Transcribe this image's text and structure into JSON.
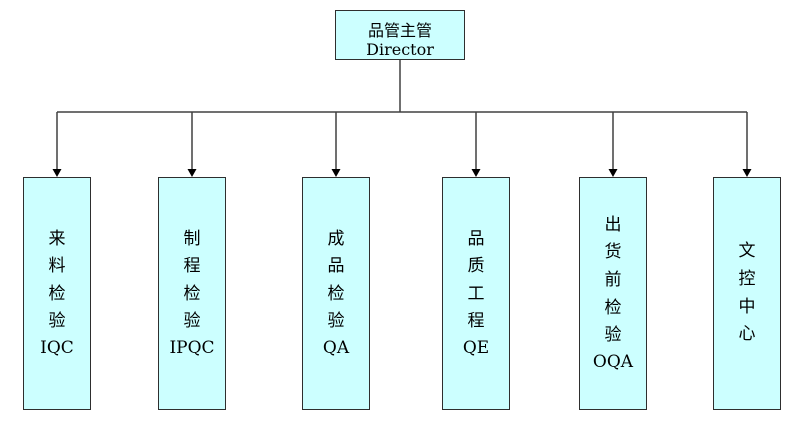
{
  "diagram": {
    "type": "org-chart",
    "colors": {
      "node_fill": "#CCFFFF",
      "node_border": "#2E2E2E",
      "connector_line": "#404040",
      "arrowhead": "#000000",
      "text": "#000000",
      "background": "#FFFFFF"
    }
  },
  "root": {
    "title_cn": "品管主管",
    "title_en": "Director"
  },
  "departments": [
    {
      "name_cn": "来料检验",
      "acronym": "IQC"
    },
    {
      "name_cn": "制程检验",
      "acronym": "IPQC"
    },
    {
      "name_cn": "成品检验",
      "acronym": "QA"
    },
    {
      "name_cn": "品质工程",
      "acronym": "QE"
    },
    {
      "name_cn": "出货前检验",
      "acronym": "OQA"
    },
    {
      "name_cn": "文控中心",
      "acronym": ""
    }
  ]
}
